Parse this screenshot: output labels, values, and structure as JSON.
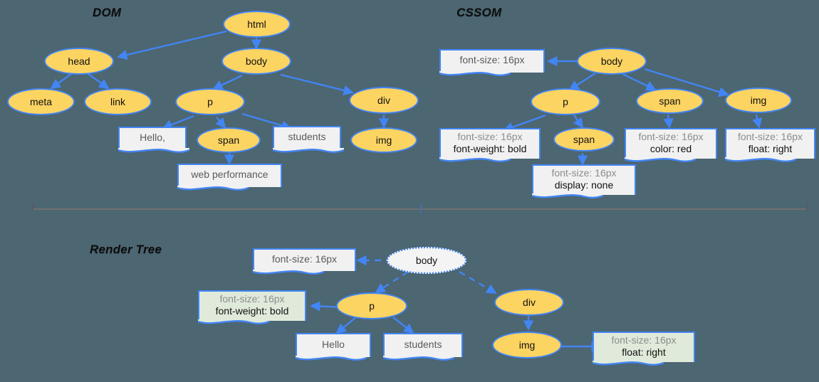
{
  "background_color": "#4c6672",
  "accent_color": "#4285f4",
  "node_fill": "#fcd462",
  "box_fill": "#f1f1f1",
  "box_green_fill": "#dfeada",
  "sections": {
    "dom": {
      "title": "DOM"
    },
    "cssom": {
      "title": "CSSOM"
    },
    "render": {
      "title": "Render Tree"
    }
  },
  "dom": {
    "nodes": {
      "html": "html",
      "head": "head",
      "body": "body",
      "meta": "meta",
      "link": "link",
      "p": "p",
      "div": "div",
      "span": "span",
      "img": "img"
    },
    "boxes": {
      "hello": "Hello,",
      "students": "students",
      "web_performance": "web performance"
    }
  },
  "cssom": {
    "nodes": {
      "body": "body",
      "p": "p",
      "span_body": "span",
      "img": "img",
      "span_p": "span"
    },
    "boxes": {
      "body_style": {
        "line1": "font-size: 16px"
      },
      "p_style": {
        "line1": "font-size: 16px",
        "line2": "font-weight: bold"
      },
      "span_p_style": {
        "line1": "font-size: 16px",
        "line2": "display: none"
      },
      "span_body_style": {
        "line1": "font-size: 16px",
        "line2": "color: red"
      },
      "img_style": {
        "line1": "font-size: 16px",
        "line2": "float: right"
      }
    }
  },
  "render": {
    "nodes": {
      "body": "body",
      "p": "p",
      "div": "div",
      "img": "img"
    },
    "boxes": {
      "body_style": {
        "line1": "font-size: 16px"
      },
      "p_style": {
        "line1": "font-size: 16px",
        "line2": "font-weight: bold"
      },
      "hello": "Hello",
      "students": "students",
      "img_style": {
        "line1": "font-size: 16px",
        "line2": "float: right"
      }
    }
  }
}
